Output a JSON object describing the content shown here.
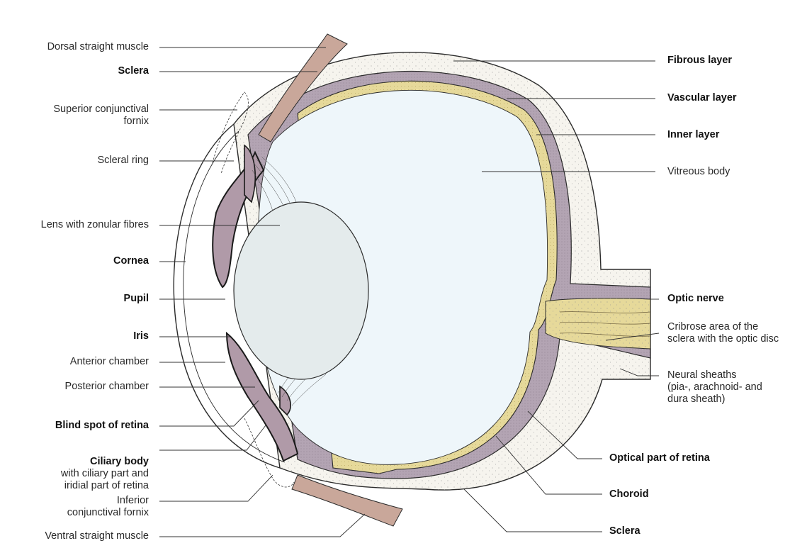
{
  "labels_left": {
    "dorsal_muscle": "Dorsal straight muscle",
    "sclera_top": "Sclera",
    "superior_fornix": "Superior conjunctival\nfornix",
    "scleral_ring": "Scleral ring",
    "lens": "Lens with zonular fibres",
    "cornea": "Cornea",
    "pupil": "Pupil",
    "iris": "Iris",
    "anterior_chamber": "Anterior chamber",
    "posterior_chamber": "Posterior chamber",
    "blind_spot": "Blind spot of retina",
    "ciliary_body": "Ciliary body",
    "ciliary_body_sub": "with ciliary part and\niridial part of retina",
    "inferior_fornix": "Inferior\nconjunctival fornix",
    "ventral_muscle": "Ventral straight muscle"
  },
  "labels_right": {
    "fibrous_layer": "Fibrous layer",
    "vascular_layer": "Vascular layer",
    "inner_layer": "Inner layer",
    "vitreous_body": "Vitreous body",
    "optic_nerve": "Optic nerve",
    "cribrose_area": "Cribrose area of the\nsclera with the optic disc",
    "neural_sheaths": "Neural sheaths\n(pia-, arachnoid- and\ndura sheath)",
    "optical_retina": "Optical part of retina",
    "choroid": "Choroid",
    "sclera_bottom": "Sclera"
  },
  "colors": {
    "sclera_fill": "#f6f4ee",
    "vascular_fill": "#b3a4b3",
    "retina_fill": "#e6d99a",
    "vitreous_fill": "#eef6fa",
    "lens_fill": "#e4ebec",
    "muscle_fill": "#c9a79a",
    "outline": "#2b2b2b"
  }
}
